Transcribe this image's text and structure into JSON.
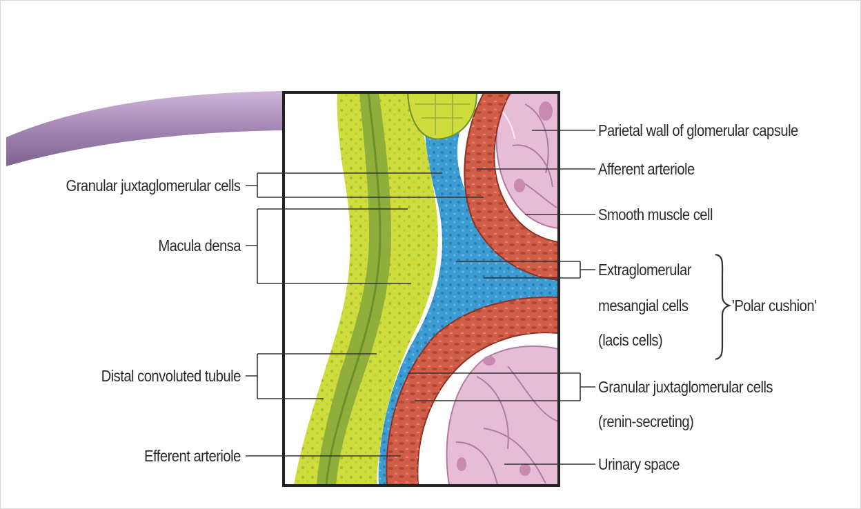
{
  "figure": {
    "colors": {
      "capsule_band": "#9a7ea8",
      "tubule_light": "#cfdc3e",
      "tubule_dark": "#8fae3c",
      "mesangial_blue": "#3c9cd2",
      "arteriole_red": "#cf5d48",
      "glomerulus_pink": "#e6bcd6",
      "frame": "#222222",
      "leader": "#333333"
    },
    "left_labels": {
      "granular_juxtaglomerular": "Granular juxtaglomerular cells",
      "macula_densa": "Macula densa",
      "distal_convoluted_tubule": "Distal convoluted tubule",
      "efferent_arteriole": "Efferent arteriole"
    },
    "right_labels": {
      "parietal_wall": "Parietal wall of glomerular capsule",
      "afferent_arteriole": "Afferent arteriole",
      "smooth_muscle": "Smooth muscle cell",
      "extraglomerular_line1": "Extraglomerular",
      "extraglomerular_line2": "mesangial cells",
      "extraglomerular_line3": "(lacis cells)",
      "polar_cushion": "'Polar cushion'",
      "granular_renin_line1": "Granular juxtaglomerular cells",
      "granular_renin_line2": "(renin-secreting)",
      "urinary_space": "Urinary space"
    }
  }
}
